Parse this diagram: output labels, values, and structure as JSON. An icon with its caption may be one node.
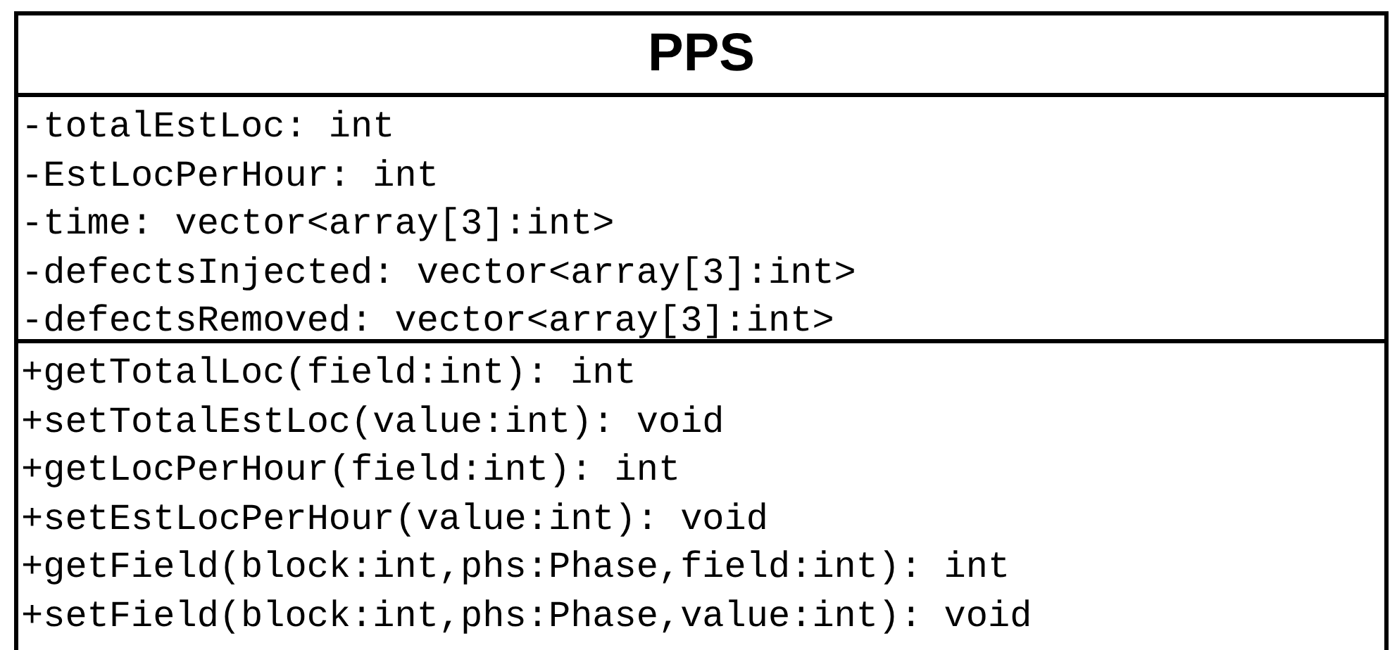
{
  "diagram": {
    "nodes": [
      {
        "text": [
          "PPS",
          "-totalEstLoc: int",
          "-EstLocPerHour: int",
          "-time: vector<array[3]:int>",
          "-defectsInjected: vector<array[3]:int>",
          "-defectsRemoved: vector<array[3]:int>",
          "+getTotalLoc(field:int): int",
          "+setTotalEstLoc(value:int): void",
          "+getLocPerHour(field:int): int",
          "+setEstLocPerHour(value:int): void",
          "+getField(block:int,phs:Phase,field:int): int",
          "+setField(block:int,phs:Phase,value:int): void"
        ]
      }
    ]
  }
}
